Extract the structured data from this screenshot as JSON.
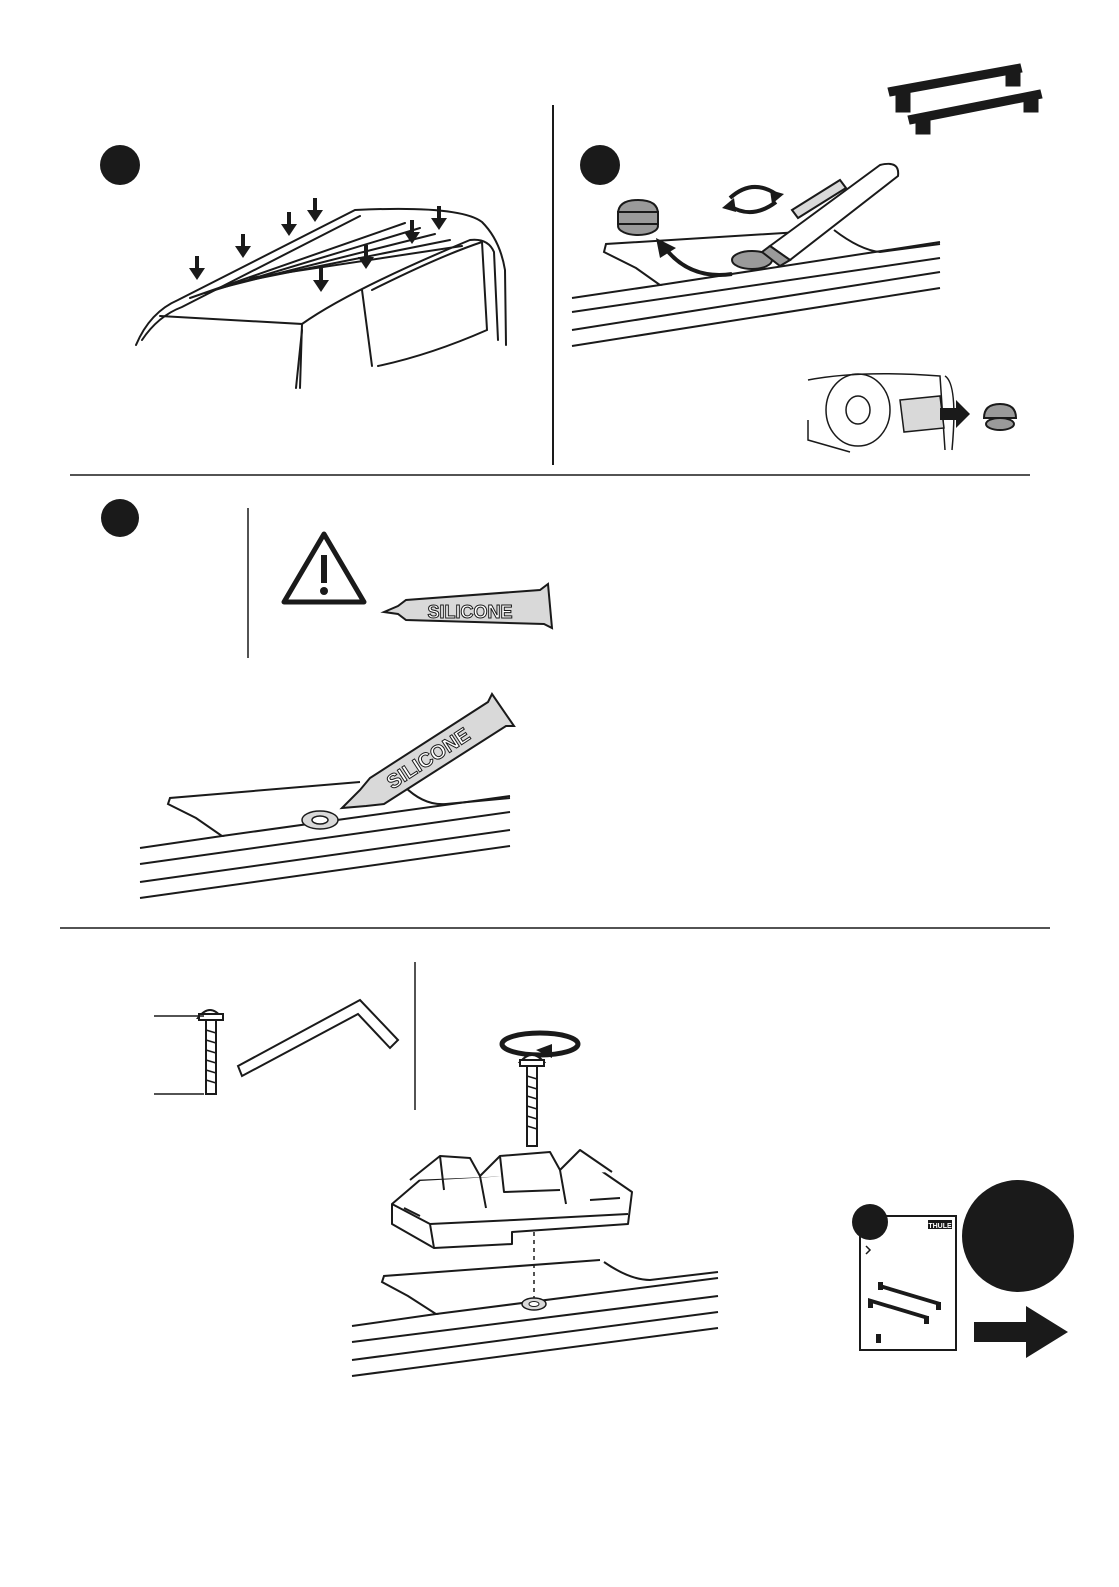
{
  "labels": {
    "silicone_tube_text": "SILICONE",
    "silicone_tube_applied_text": "SILICONE",
    "brand_mark": "THULE"
  },
  "icons": {
    "warning": "warning-triangle-icon",
    "rotate": "rotate-arrow-icon",
    "next": "right-arrow-icon"
  },
  "colors": {
    "ink": "#1a1a1a",
    "grey_fill": "#9a9a9a",
    "light_grey": "#d9d9d9"
  }
}
